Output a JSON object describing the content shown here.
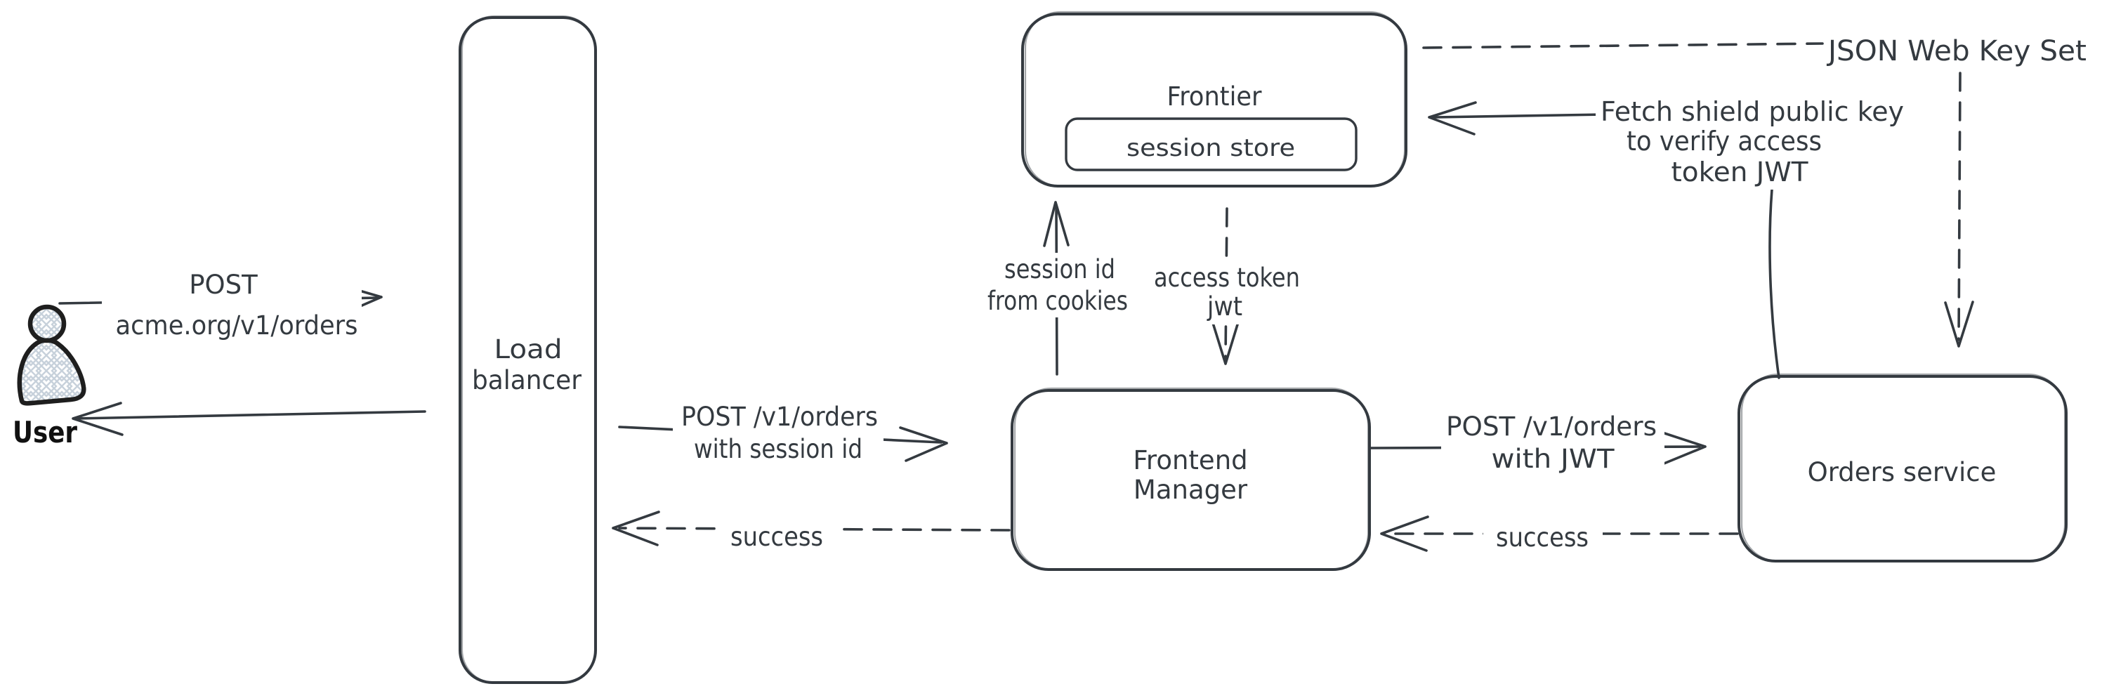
{
  "colors": {
    "stroke": "#343a40",
    "user_stroke": "#1e1e1e",
    "hatch_fill": "#c7d1db",
    "background": "#ffffff"
  },
  "nodes": {
    "user": {
      "label": "User"
    },
    "load_balancer": {
      "line1": "Load",
      "line2": "balancer"
    },
    "frontier": {
      "label": "Frontier"
    },
    "session_store": {
      "label": "session store"
    },
    "frontend_manager": {
      "line1": "Frontend",
      "line2": "Manager"
    },
    "orders_service": {
      "label": "Orders service"
    }
  },
  "edges": {
    "user_to_lb": {
      "style": "solid",
      "line1": "POST",
      "line2": "acme.org/v1/orders"
    },
    "lb_to_user": {
      "style": "solid",
      "label": ""
    },
    "lb_to_fm": {
      "style": "solid",
      "line1": "POST /v1/orders",
      "line2": "with session id"
    },
    "fm_to_lb": {
      "style": "dashed",
      "label": "success"
    },
    "fm_to_frontier": {
      "style": "solid",
      "line1": "session id",
      "line2": "from cookies"
    },
    "frontier_to_fm": {
      "style": "dashed",
      "line1": "access token",
      "line2": "jwt"
    },
    "fm_to_os": {
      "style": "solid",
      "line1": "POST /v1/orders",
      "line2": "with JWT"
    },
    "os_to_fm": {
      "style": "dashed",
      "label": "success"
    },
    "os_to_frontier": {
      "style": "solid",
      "line1": "Fetch shield public key",
      "line2": "to verify access",
      "line3": "token JWT"
    },
    "frontier_jwks": {
      "style": "dashed",
      "label": "JSON Web Key Set"
    }
  }
}
